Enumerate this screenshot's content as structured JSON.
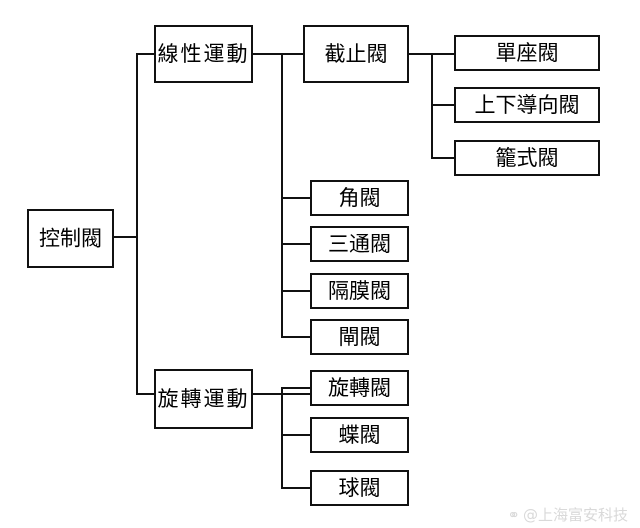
{
  "diagram": {
    "root": {
      "label": "控制閥"
    },
    "linear": {
      "label": "線性運動",
      "globe": {
        "label": "截止閥",
        "children": [
          "單座閥",
          "上下導向閥",
          "籠式閥"
        ]
      },
      "others": [
        "角閥",
        "三通閥",
        "隔膜閥",
        "閘閥"
      ]
    },
    "rotary": {
      "label": "旋轉運動",
      "children": [
        "旋轉閥",
        "蝶閥",
        "球閥"
      ]
    }
  },
  "watermark": {
    "text": "@上海富安科技",
    "icon": "weibo-logo-icon"
  }
}
